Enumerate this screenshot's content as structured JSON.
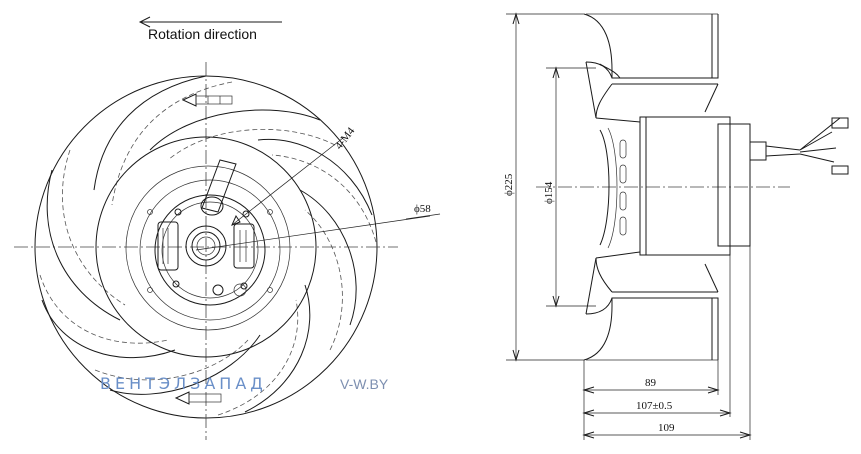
{
  "annotations": {
    "rotation_direction": "Rotation direction",
    "hole_spec": "4-M4",
    "bore_diameter": "ϕ58"
  },
  "dimensions": {
    "outer_diameter": "ϕ225",
    "inlet_diameter": "ϕ154",
    "depth_89": "89",
    "depth_107": "107±0.5",
    "depth_109": "109"
  },
  "watermark": {
    "brand": "ВЕНТЭЛЗАПАД",
    "site": "V-W.BY",
    "brand_color": "#6a8fc8",
    "site_color": "#7d8fb0"
  },
  "colors": {
    "line": "#1a1a1a",
    "background": "#ffffff"
  }
}
